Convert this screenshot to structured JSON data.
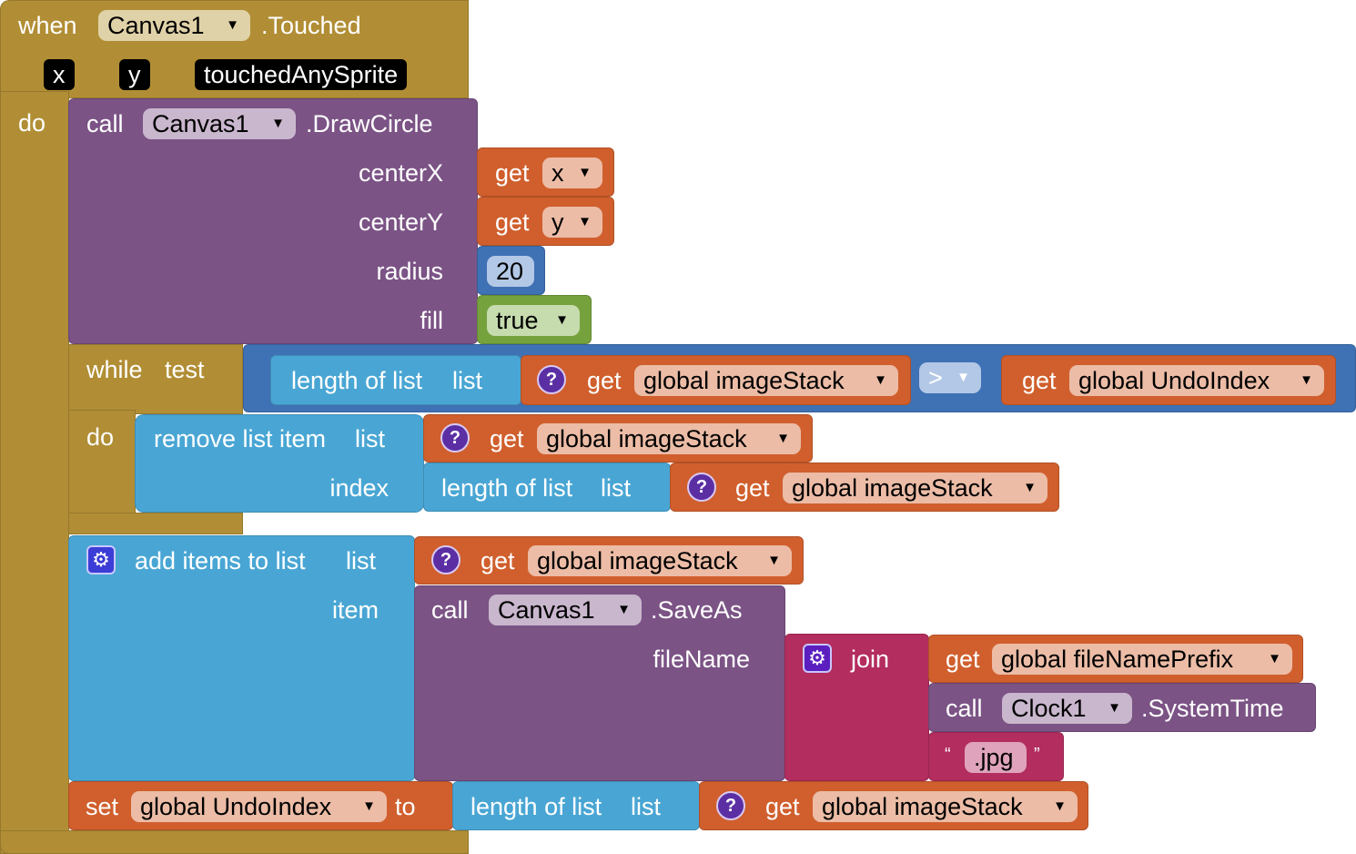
{
  "event": {
    "when": "when",
    "component": "Canvas1",
    "event": ".Touched",
    "params": [
      "x",
      "y",
      "touchedAnySprite"
    ],
    "do": "do"
  },
  "draw_circle": {
    "call": "call",
    "component": "Canvas1",
    "method": ".DrawCircle",
    "labels": [
      "centerX",
      "centerY",
      "radius",
      "fill"
    ],
    "get": "get",
    "x": "x",
    "y": "y",
    "radius": "20",
    "fill": "true"
  },
  "while": {
    "while": "while",
    "test": "test",
    "do": "do",
    "length_of_list": "length of list",
    "list": "list",
    "get": "get",
    "var1": "global imageStack",
    "op": ">",
    "var2": "global UndoIndex",
    "help": "?"
  },
  "remove": {
    "label": "remove list item",
    "list": "list",
    "index": "index",
    "get": "get",
    "var": "global imageStack",
    "length_of_list": "length of list"
  },
  "add": {
    "label": "add items to list",
    "list": "list",
    "item": "item",
    "get": "get",
    "var": "global imageStack",
    "gear": "⚙"
  },
  "saveas": {
    "call": "call",
    "component": "Canvas1",
    "method": ".SaveAs",
    "fileName": "fileName"
  },
  "join": {
    "label": "join",
    "get": "get",
    "prefix": "global fileNamePrefix",
    "call": "call",
    "clock": "Clock1",
    "systemtime": ".SystemTime",
    "open_quote": "“",
    "text": ".jpg",
    "close_quote": "”"
  },
  "set": {
    "set": "set",
    "var": "global UndoIndex",
    "to": "to",
    "length_of_list": "length of list",
    "list": "list",
    "get": "get",
    "var2": "global imageStack"
  },
  "colors": {
    "event": "#B18E35",
    "procedure": "#7B5385",
    "variable": "#D05F2D",
    "math": "#3F71B5",
    "list": "#49A6D4",
    "logic": "#76A23D",
    "text": "#B32D5E"
  }
}
